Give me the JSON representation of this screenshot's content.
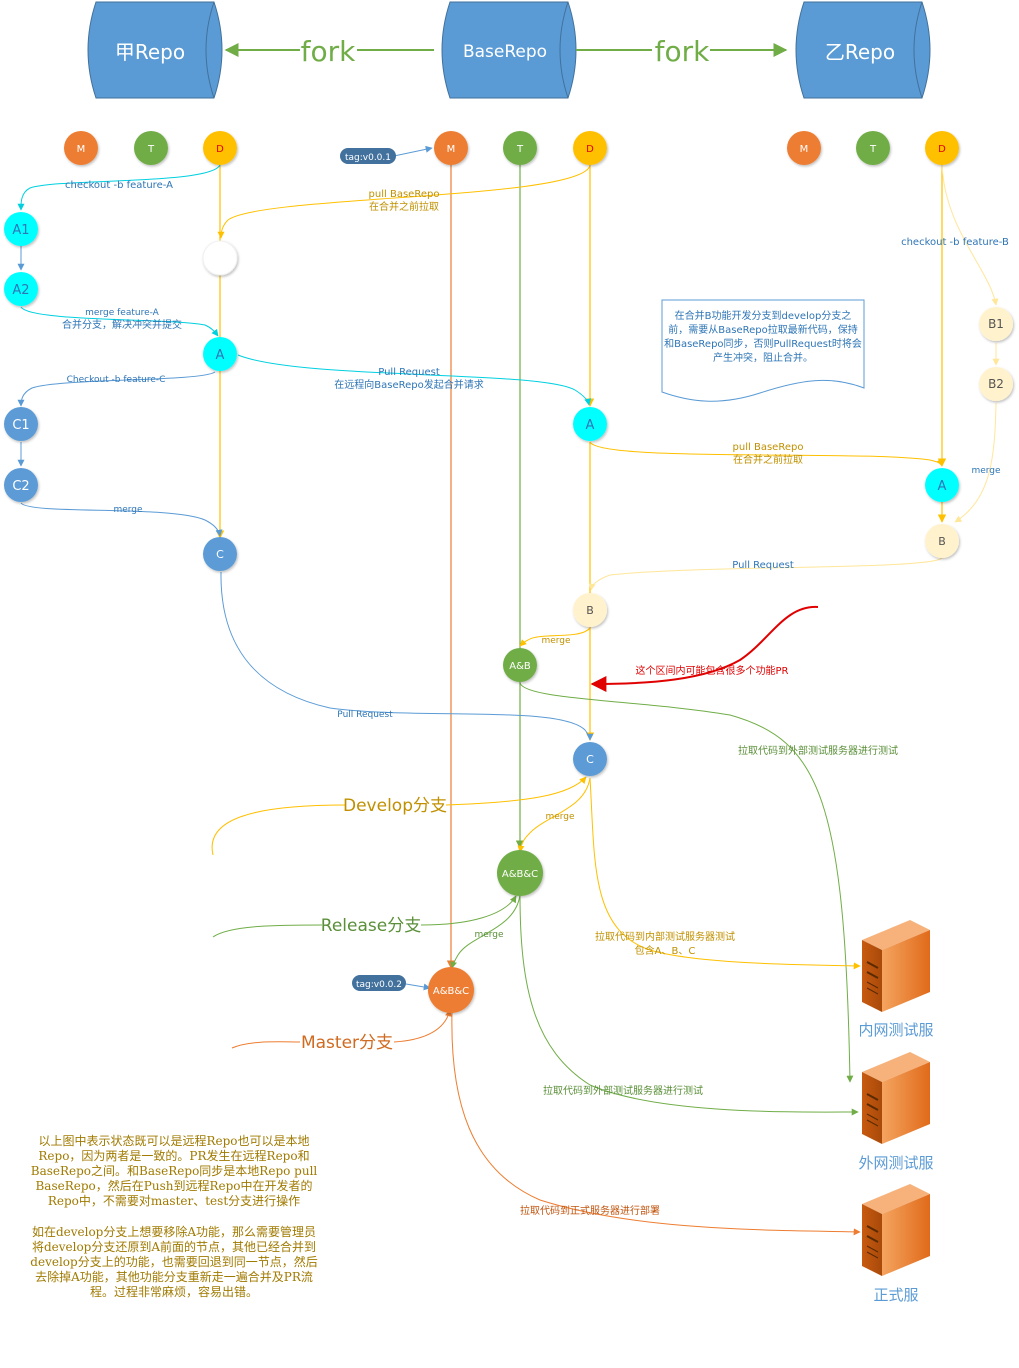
{
  "repos": {
    "jia": "甲Repo",
    "base": "BaseRepo",
    "yi": "乙Repo"
  },
  "fork_label": "fork",
  "branch_letters": {
    "master": "M",
    "test": "T",
    "develop": "D"
  },
  "tags": {
    "v001": "tag:v0.0.1",
    "v002": "tag:v0.0.2"
  },
  "nodes": {
    "a1": "A1",
    "a2": "A2",
    "a": "A",
    "c1": "C1",
    "c2": "C2",
    "c": "C",
    "base_a": "A",
    "base_b": "B",
    "base_c": "C",
    "ab": "A&B",
    "abc_test": "A&B&C",
    "abc_master": "A&B&C",
    "b1": "B1",
    "b2": "B2",
    "yi_a": "A",
    "yi_b": "B"
  },
  "edge_labels": {
    "checkout_a": "checkout -b feature-A",
    "pull_base_1": "pull BaseRepo",
    "pull_base_1_sub": "在合并之前拉取",
    "merge_feature_a": "merge feature-A",
    "merge_feature_a_sub": "合并分支，解决冲突并提交",
    "checkout_c": "Checkout -b feature-C",
    "pr_1": "Pull Request",
    "pr_1_sub": "在远程向BaseRepo发起合并请求",
    "merge_c": "merge",
    "checkout_b": "checkout -b feature-B",
    "pull_base_2": "pull BaseRepo",
    "pull_base_2_sub": "在合并之前拉取",
    "merge_yi": "merge",
    "pr_yi": "Pull Request",
    "merge_ab": "merge",
    "pr_c": "Pull Request",
    "merge_abc": "merge",
    "merge_master": "merge",
    "pull_ext_1": "拉取代码到外部测试服务器进行测试",
    "pull_int": "拉取代码到内部测试服务器测试",
    "pull_int_sub": "包含A、B、C",
    "pull_ext_2": "拉取代码到外部测试服务器进行测试",
    "pull_prod": "拉取代码到正式服务器进行部署"
  },
  "callout": "这个区间内可能包含很多个功能PR",
  "note_box": [
    "在合并B功能开发分支到develop分支之",
    "前，需要从BaseRepo拉取最新代码，保持",
    "和BaseRepo同步，否则PullRequest时将会",
    "产生冲突，阻止合并。"
  ],
  "branch_names": {
    "develop": "Develop分支",
    "release": "Release分支",
    "master": "Master分支"
  },
  "servers": {
    "internal": "内网测试服",
    "external": "外网测试服",
    "production": "正式服"
  },
  "notes": {
    "p1": "以上图中表示状态既可以是远程Repo也可以是本地Repo，因为两者是一致的。PR发生在远程Repo和BaseRepo之间。和BaseRepo同步是本地Repo pull BaseRepo，然后在Push到远程Repo中在开发者的Repo中，不需要对master、test分支进行操作",
    "p2": "如在develop分支上想要移除A功能，那么需要管理员将develop分支还原到A前面的节点，其他已经合并到develop分支上的功能，也需要回退到同一节点，然后去除掉A功能，其他功能分支重新走一遍合并及PR流程。过程非常麻烦，容易出错。"
  },
  "colors": {
    "repo_fill": "#5b9bd5",
    "master": "#ed7d31",
    "test": "#70ad47",
    "develop": "#ffc000",
    "cyan": "#00ffff",
    "blue": "#5b9bd5",
    "pale": "#fff2cc",
    "red": "#e00000"
  }
}
